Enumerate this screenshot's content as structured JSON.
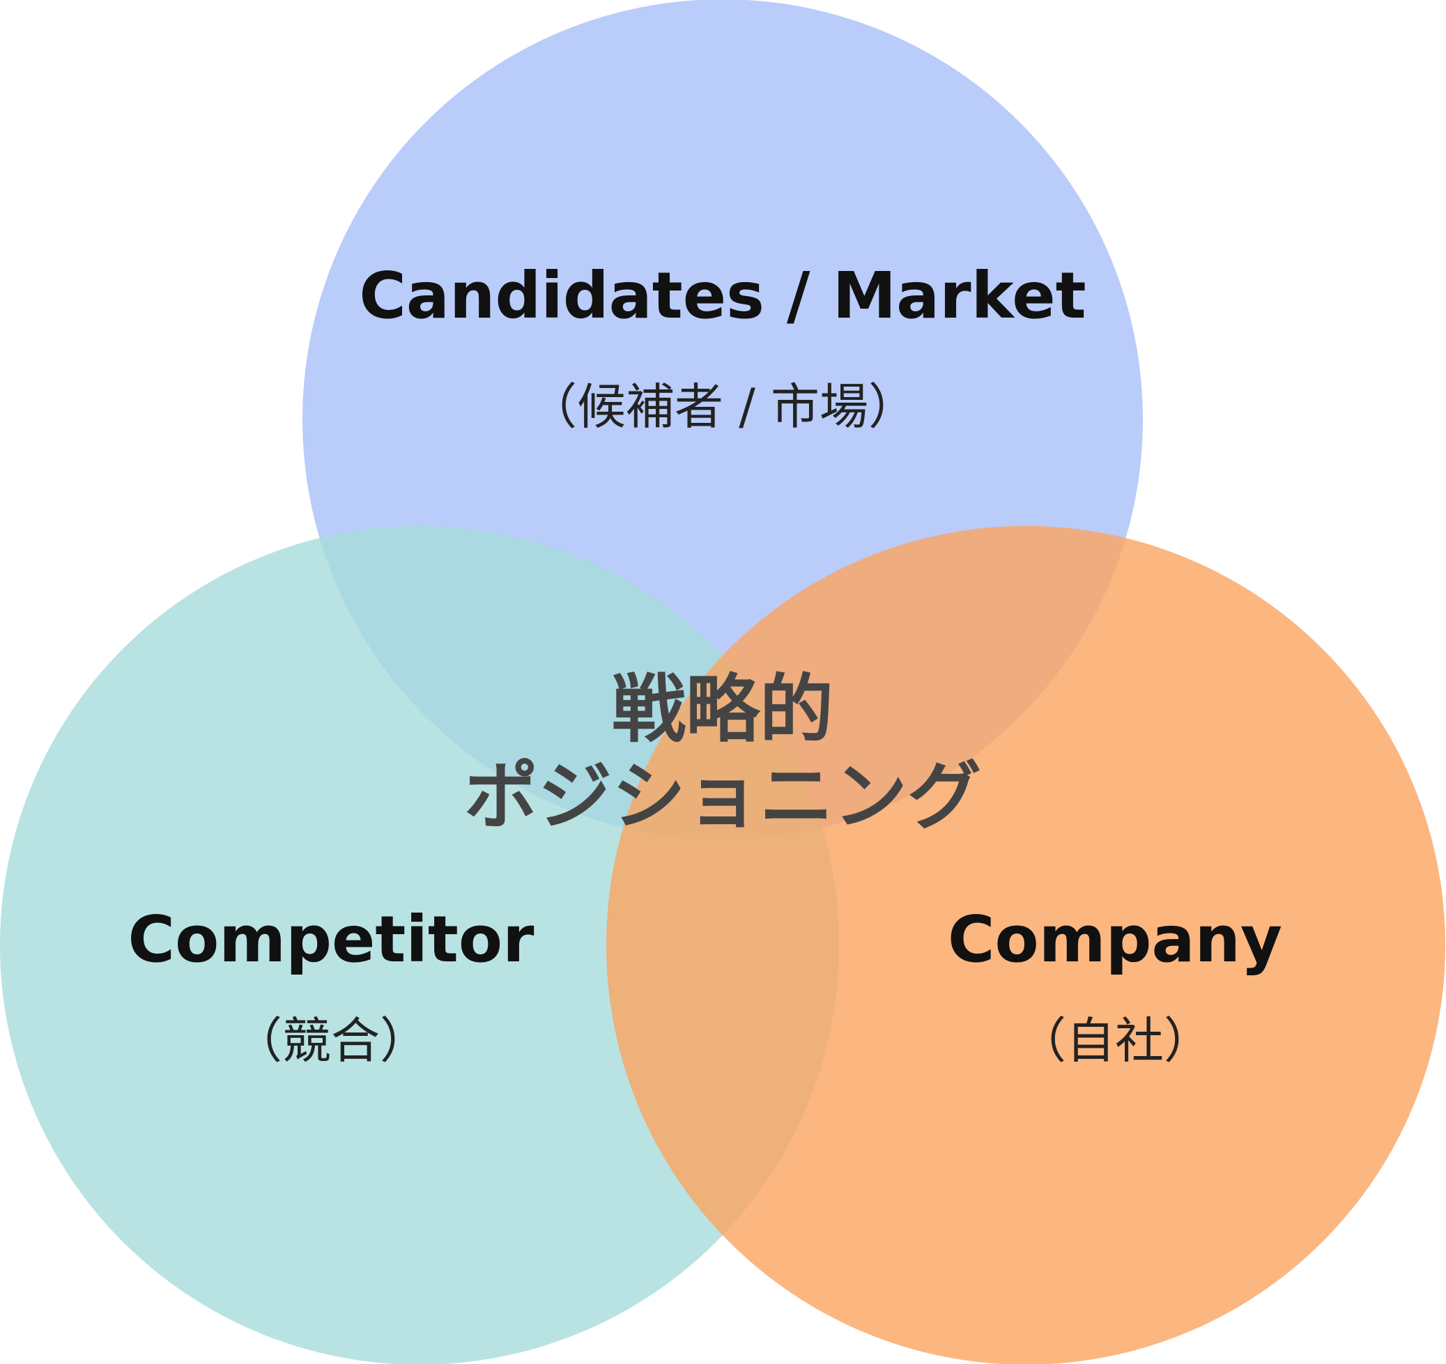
{
  "diagram": {
    "type": "venn",
    "sets": [
      {
        "id": "market",
        "label": "Candidates / Market",
        "sublabel": "（候補者 / 市場）",
        "color": "#a9bff8"
      },
      {
        "id": "competitor",
        "label": "Competitor",
        "sublabel": "（競合）",
        "color": "#a6dcdb"
      },
      {
        "id": "company",
        "label": "Company",
        "sublabel": "（自社）",
        "color": "#fba460"
      }
    ],
    "center": {
      "line1": "戦略的",
      "line2": "ポジショニング"
    }
  }
}
